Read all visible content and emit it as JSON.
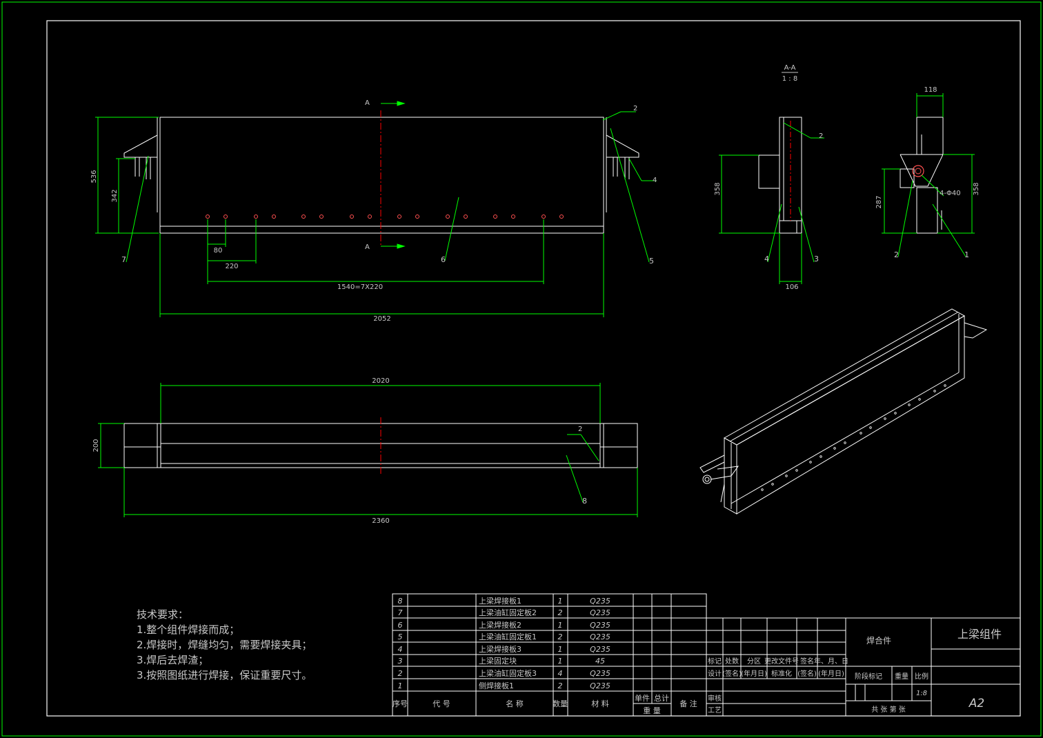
{
  "drawing": {
    "title": "上梁组件",
    "subtitle": "焊合件",
    "sheet_size": "A2",
    "scale": "1:8",
    "section_label": "A-A",
    "section_scale": "1 : 8",
    "section_mark": "A"
  },
  "dimensions": {
    "front_height": "536",
    "front_height2": "342",
    "hole_first": "80",
    "hole_pitch": "220",
    "hole_span": "1540=7X220",
    "front_length": "2052",
    "bottom_length": "2020",
    "bottom_total": "2360",
    "bottom_height": "200",
    "section_height": "358",
    "section_width": "106",
    "side_width": "118",
    "side_height": "358",
    "side_height2": "287",
    "side_holes": "4-Φ40"
  },
  "weld_marks": [
    "2",
    "4",
    "2",
    "2"
  ],
  "balloons": [
    "7",
    "6",
    "5",
    "4",
    "3",
    "2",
    "1",
    "8"
  ],
  "notes": {
    "title": "技术要求：",
    "items": [
      "1.整个组件焊接而成；",
      "2.焊接时，焊缝均匀，需要焊接夹具；",
      "3.焊后去焊渣；",
      "3.按照图纸进行焊接，保证重要尺寸。"
    ]
  },
  "bom": {
    "headers": [
      "序号",
      "代  号",
      "名  称",
      "数量",
      "材  料",
      "单件",
      "总计",
      "重  量",
      "备  注"
    ],
    "rows": [
      {
        "no": "8",
        "code": "",
        "name": "上梁焊接板1",
        "qty": "1",
        "material": "Q235"
      },
      {
        "no": "7",
        "code": "",
        "name": "上梁油缸固定板2",
        "qty": "2",
        "material": "Q235"
      },
      {
        "no": "6",
        "code": "",
        "name": "上梁焊接板2",
        "qty": "1",
        "material": "Q235"
      },
      {
        "no": "5",
        "code": "",
        "name": "上梁油缸固定板1",
        "qty": "2",
        "material": "Q235"
      },
      {
        "no": "4",
        "code": "",
        "name": "上梁焊接板3",
        "qty": "1",
        "material": "Q235"
      },
      {
        "no": "3",
        "code": "",
        "name": "上梁固定块",
        "qty": "1",
        "material": "45"
      },
      {
        "no": "2",
        "code": "",
        "name": "上梁油缸固定板3",
        "qty": "4",
        "material": "Q235"
      },
      {
        "no": "1",
        "code": "",
        "name": "侧焊接板1",
        "qty": "2",
        "material": "Q235"
      }
    ]
  },
  "title_block": {
    "rev_headers": [
      "标记",
      "处数",
      "分区",
      "更改文件号",
      "签名",
      "年、月、日"
    ],
    "design": "设计",
    "sign": "(签名)",
    "date": "(年月日)",
    "standard": "标准化",
    "review": "审核",
    "process": "工艺",
    "stage": "阶段标记",
    "weight": "重量",
    "ratio": "比例",
    "sheets": "共  张 第  张"
  },
  "colors": {
    "background": "#000000",
    "line": "#ffffff",
    "dimension": "#00ff00",
    "centerline": "#ff0000",
    "text": "#c8c8c8"
  }
}
